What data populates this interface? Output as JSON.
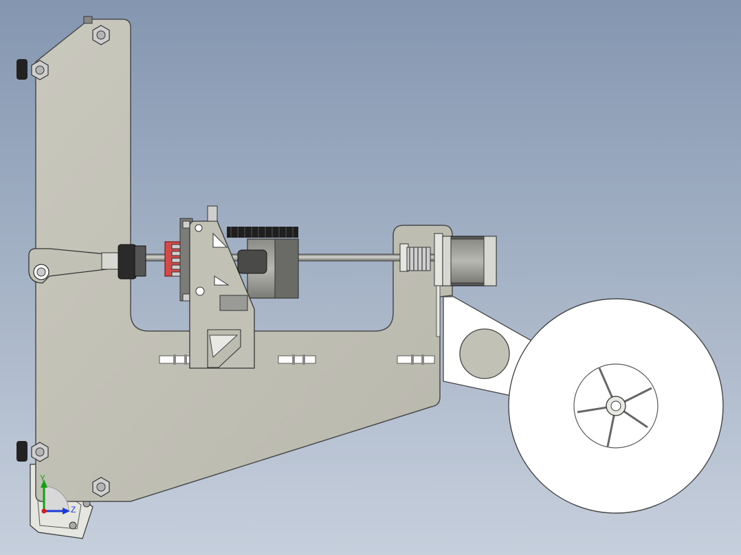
{
  "window": {
    "title": ""
  },
  "view": {
    "background_top": "#8496b0",
    "background_bottom": "#c6cfdc"
  },
  "colors": {
    "plate": "#c2c1b6",
    "plate_edge": "#4a4a4a",
    "spool": "#ffffff",
    "motor_dark": "#5a5a5a",
    "motor_light": "#9a9a96",
    "red_part": "#d24a4a",
    "axis_x": "#d81b1b",
    "axis_y": "#14a014",
    "axis_z": "#1b3ad8"
  },
  "triad": {
    "y_label": "Y",
    "z_label": "Z",
    "icon": "coordinate-triad-icon"
  },
  "parts": {
    "frame_plate": "frame-plate",
    "lead_screw": "lead-screw",
    "stepper_motor": "stepper-motor",
    "spool_disc": "spool-disc",
    "spool_arm": "spool-arm",
    "carriage": "carriage-bracket",
    "extruder": "extruder-assembly",
    "bottom_bracket": "bottom-bracket"
  }
}
